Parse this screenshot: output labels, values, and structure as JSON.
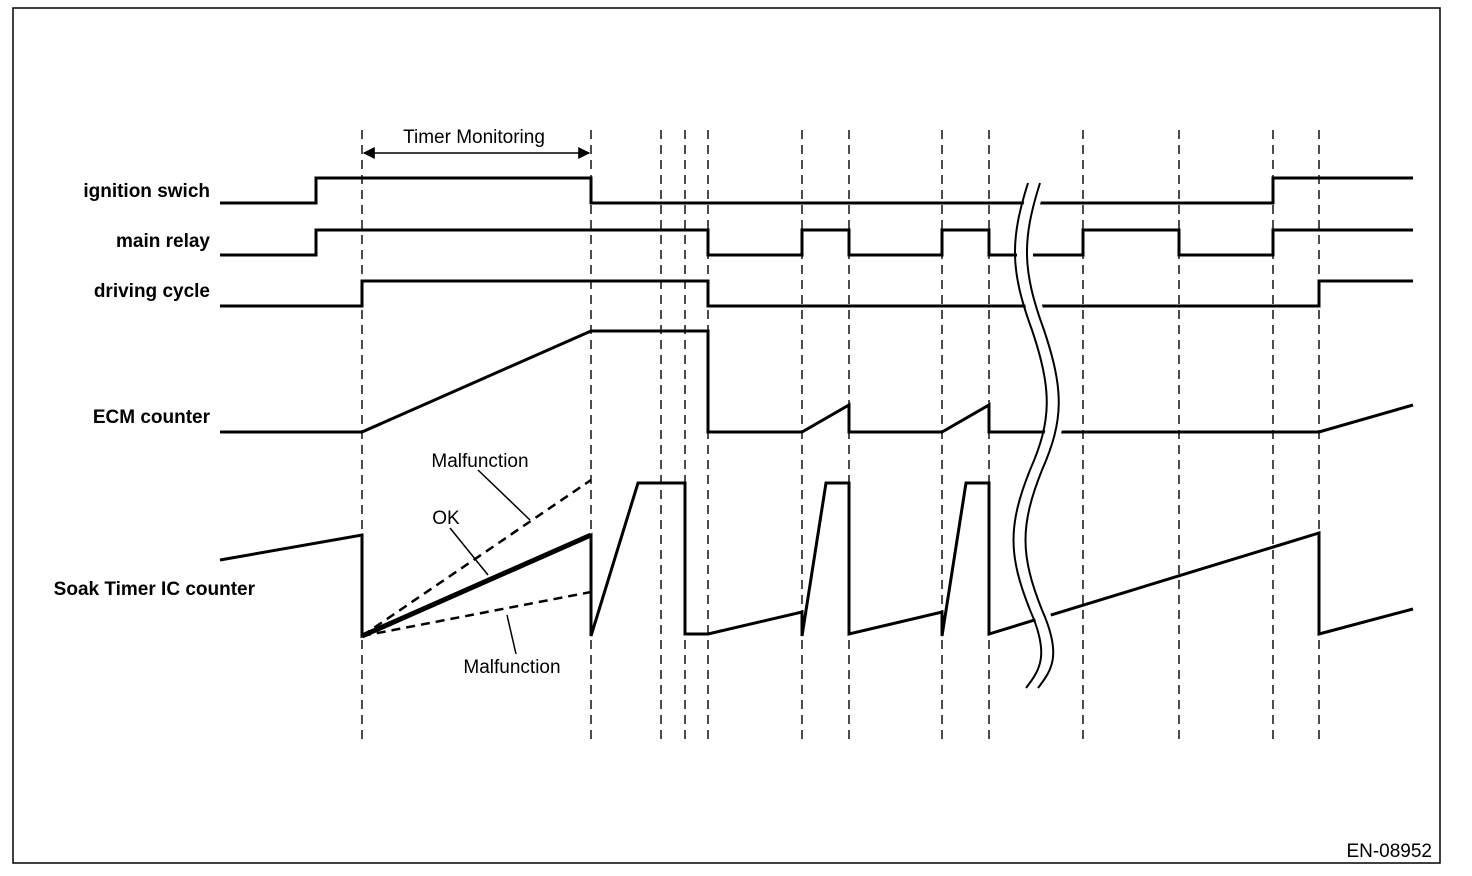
{
  "diagram": {
    "timer_monitoring_label": "Timer Monitoring",
    "signals": {
      "ignition_switch": "ignition swich",
      "main_relay": "main relay",
      "driving_cycle": "driving cycle",
      "ecm_counter": "ECM counter",
      "soak_timer": "Soak Timer IC counter"
    },
    "annotations": {
      "malfunction_upper": "Malfunction",
      "ok": "OK",
      "malfunction_lower": "Malfunction"
    },
    "figure_id": "EN-08952"
  }
}
